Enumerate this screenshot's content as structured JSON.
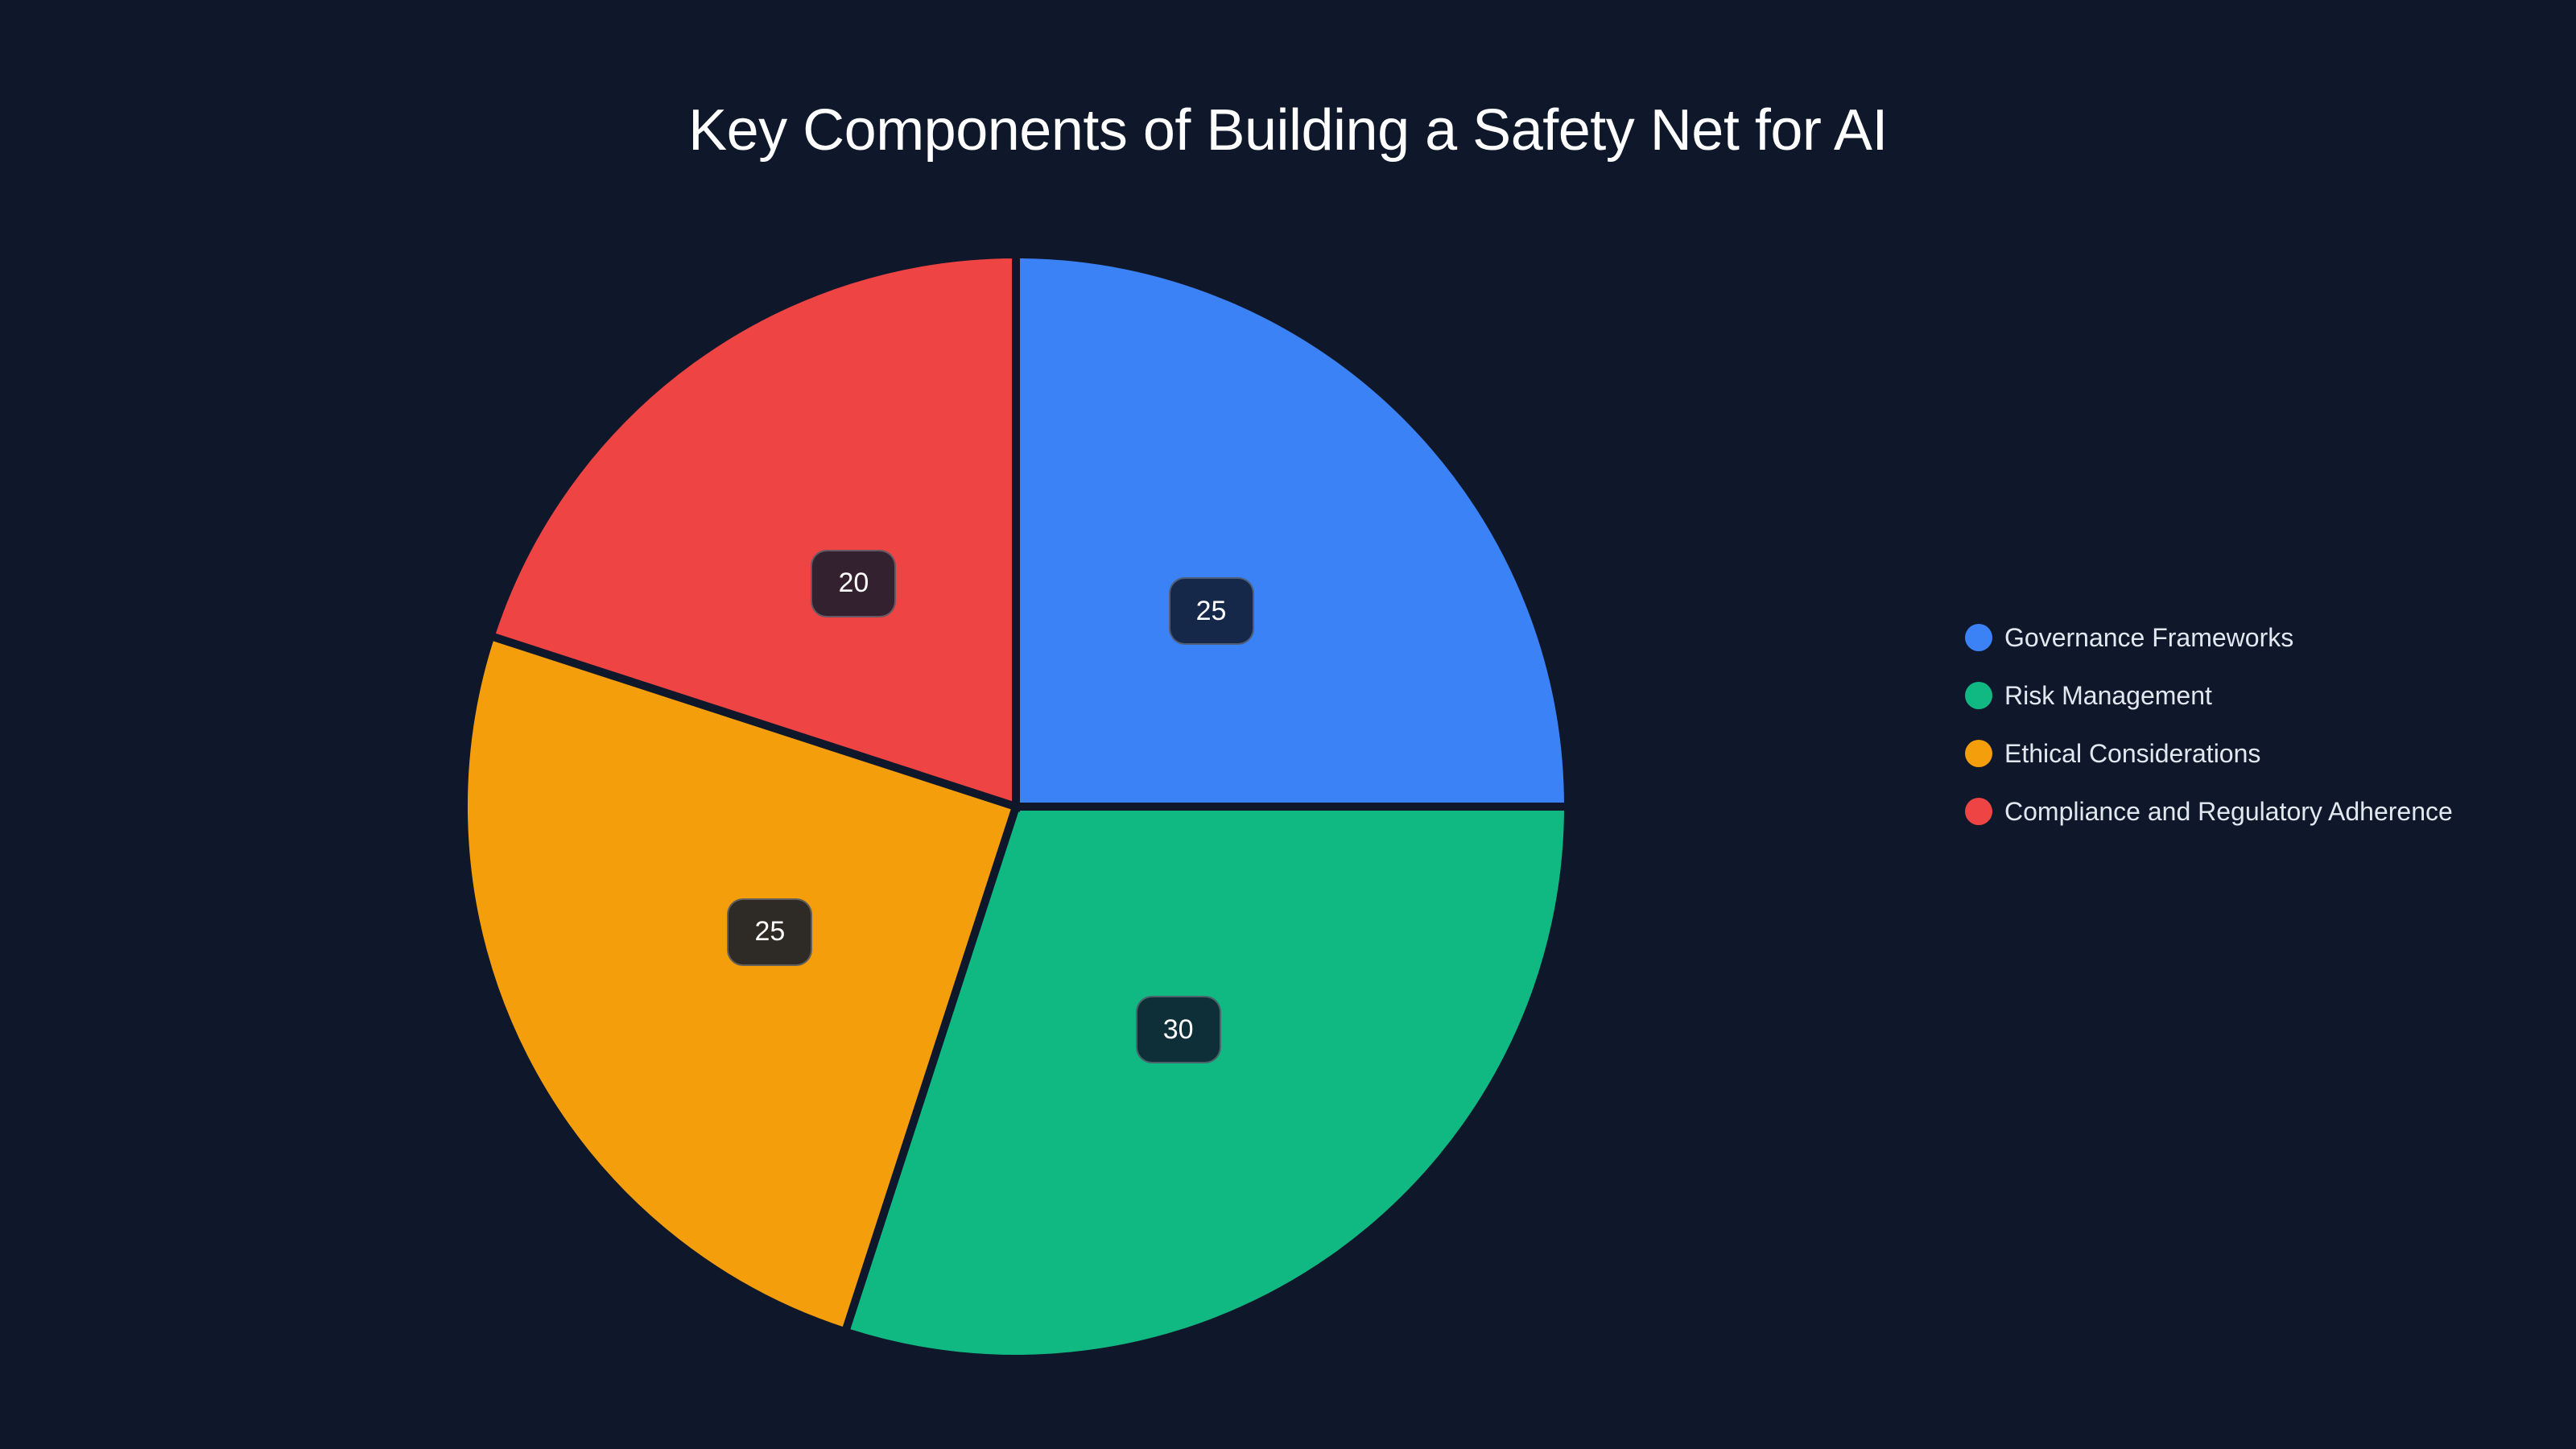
{
  "chart_data": {
    "type": "pie",
    "title": "Key Components of Building a Safety Net for AI",
    "categories": [
      "Governance Frameworks",
      "Risk Management",
      "Ethical Considerations",
      "Compliance and Regulatory Adherence"
    ],
    "values": [
      25,
      30,
      25,
      20
    ],
    "colors": [
      "#3b82f6",
      "#10b981",
      "#f59e0b",
      "#ef4444"
    ],
    "label_bg_colors": [
      "#15284a",
      "#0f2f38",
      "#2e2a25",
      "#33212f"
    ],
    "start_angle_deg": 0,
    "direction": "clockwise",
    "legend_position": "right",
    "data_labels_shown": true
  },
  "title": "Key Components of Building a Safety Net for AI",
  "legend": {
    "items": [
      {
        "label": "Governance Frameworks",
        "color": "#3b82f6"
      },
      {
        "label": "Risk Management",
        "color": "#10b981"
      },
      {
        "label": "Ethical Considerations",
        "color": "#f59e0b"
      },
      {
        "label": "Compliance and Regulatory Adherence",
        "color": "#ef4444"
      }
    ]
  },
  "slice_labels": [
    "25",
    "30",
    "25",
    "20"
  ],
  "colors": {
    "background": "#0f172a",
    "title": "#ffffff",
    "legend_text": "#e2e8f0"
  }
}
